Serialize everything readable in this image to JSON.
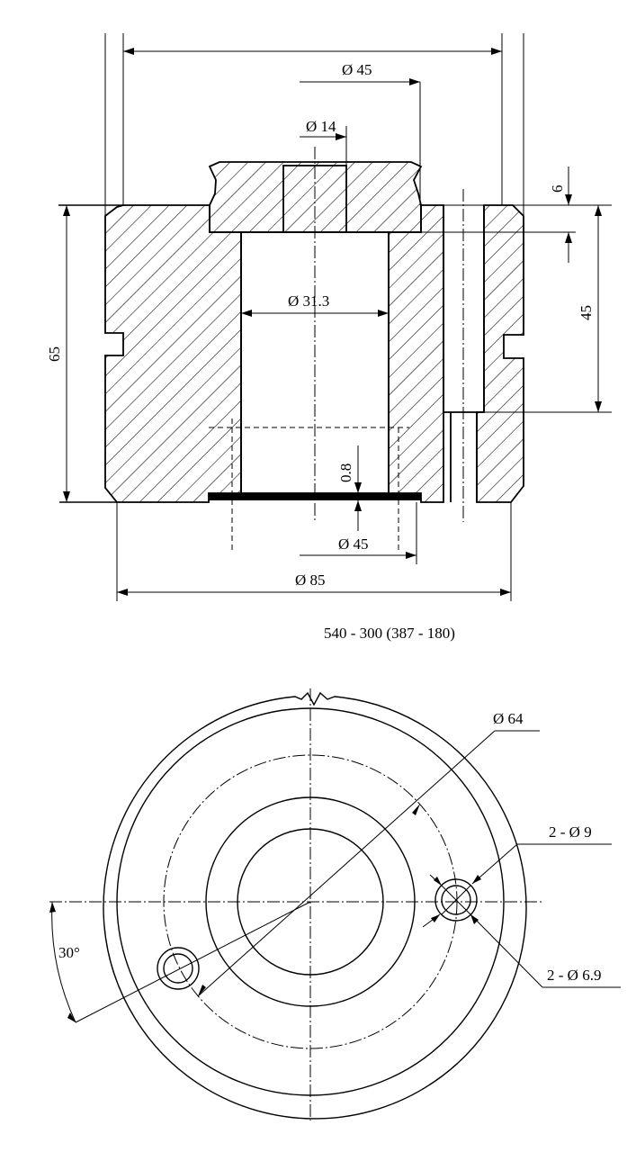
{
  "section_view": {
    "dims": {
      "d_outer_top": "Ø 45",
      "d_bore_top": "Ø 14",
      "d_bore": "Ø 31.3",
      "h_65": "65",
      "h_45": "45",
      "h_6": "6",
      "h_08": "0.8",
      "d_bottom_45": "Ø 45",
      "d_85": "Ø 85"
    },
    "caption": "540 - 300 (387 - 180)"
  },
  "plan_view": {
    "dims": {
      "d_64": "Ø 64",
      "holes_9": "2 - Ø 9",
      "holes_69": "2 - Ø 6.9",
      "angle_30": "30°"
    }
  }
}
